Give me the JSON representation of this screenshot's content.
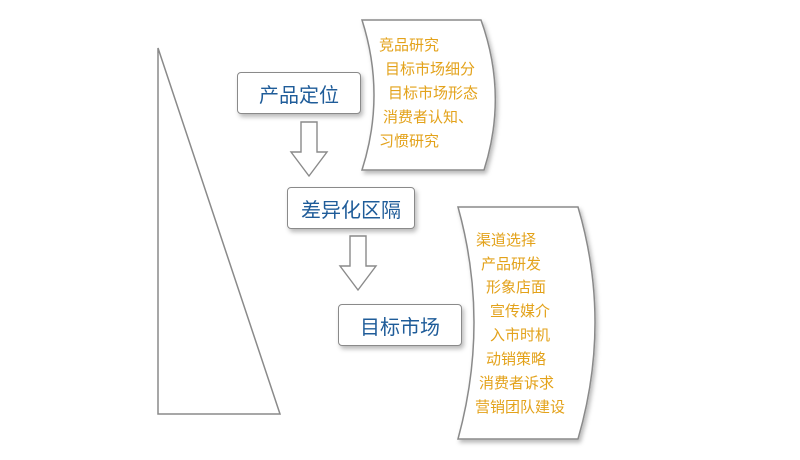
{
  "diagram": {
    "steps": [
      {
        "label": "产品定位"
      },
      {
        "label": "差异化区隔"
      },
      {
        "label": "目标市场"
      }
    ],
    "callout_top": {
      "items": [
        "竞品研究",
        "目标市场细分",
        "目标市场形态",
        "消费者认知、",
        "习惯研究"
      ]
    },
    "callout_bottom": {
      "items": [
        "渠道选择",
        "产品研发",
        "形象店面",
        "宣传媒介",
        "入市时机",
        "动销策略",
        "消费者诉求",
        "营销团队建设"
      ]
    },
    "colors": {
      "step_text": "#1f5c99",
      "callout_text": "#e3a21a",
      "outline": "#8a8a8a"
    }
  }
}
